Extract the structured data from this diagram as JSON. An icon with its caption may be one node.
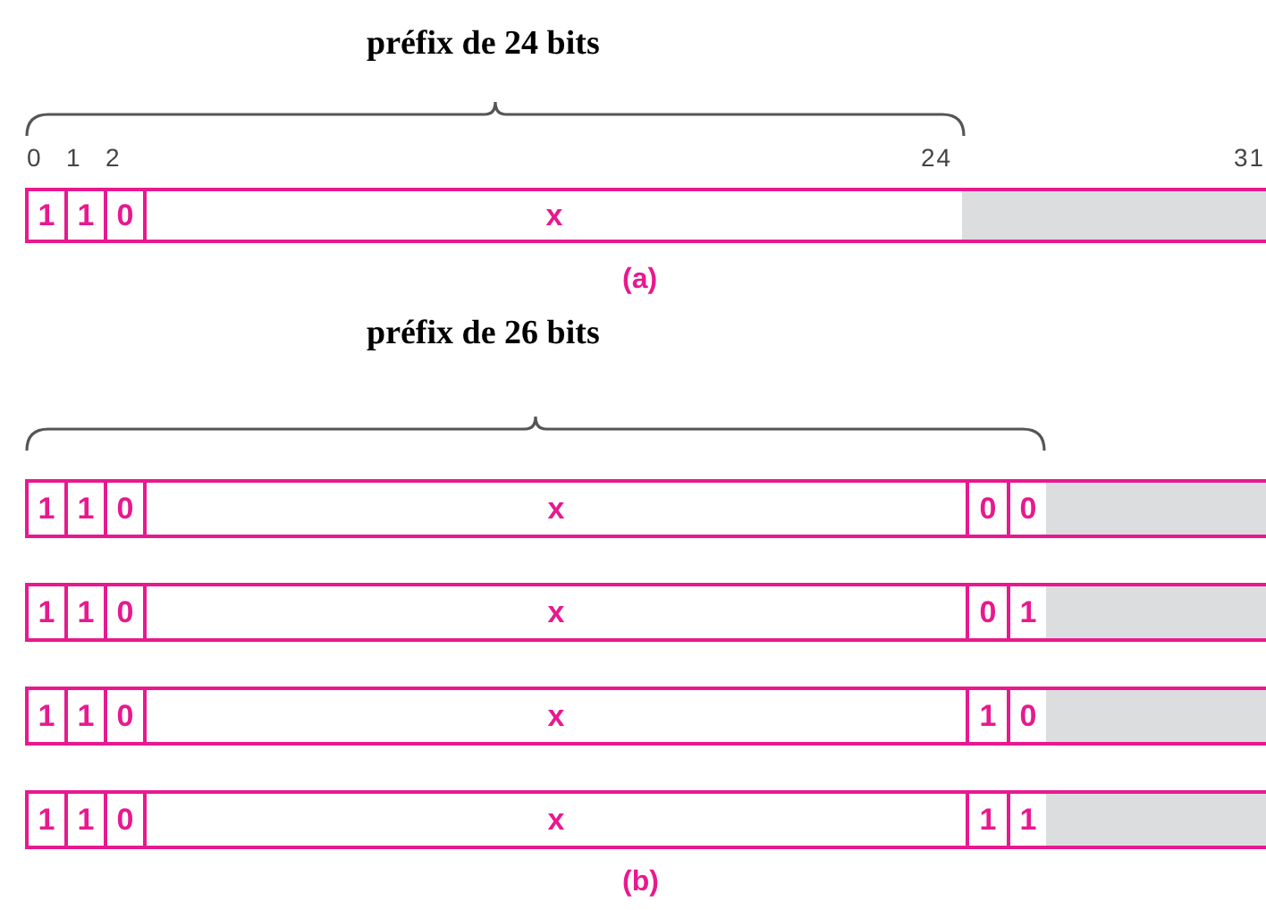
{
  "diagram": {
    "nodes": [
      {
        "text": [
          "1"
        ]
      },
      {
        "text": [
          "1"
        ]
      },
      {
        "text": [
          "0"
        ]
      },
      {
        "text": [
          "x"
        ]
      },
      {
        "text": [],
        "shape": "box"
      },
      {
        "text": [
          "1"
        ]
      },
      {
        "text": [
          "1"
        ]
      },
      {
        "text": [
          "0"
        ]
      },
      {
        "text": [
          "x"
        ]
      },
      {
        "text": [
          "0"
        ]
      },
      {
        "text": [
          "0"
        ]
      },
      {
        "text": [],
        "shape": "box"
      },
      {
        "text": [
          "1"
        ]
      },
      {
        "text": [
          "1"
        ]
      },
      {
        "text": [
          "0"
        ]
      },
      {
        "text": [
          "x"
        ]
      },
      {
        "text": [
          "0"
        ]
      },
      {
        "text": [
          "1"
        ]
      },
      {
        "text": [],
        "shape": "box"
      },
      {
        "text": [
          "1"
        ]
      },
      {
        "text": [
          "1"
        ]
      },
      {
        "text": [
          "0"
        ]
      },
      {
        "text": [
          "x"
        ]
      },
      {
        "text": [
          "1"
        ]
      },
      {
        "text": [
          "0"
        ]
      },
      {
        "text": [],
        "shape": "box"
      },
      {
        "text": [
          "1"
        ]
      },
      {
        "text": [
          "1"
        ]
      },
      {
        "text": [
          "0"
        ]
      },
      {
        "text": [
          "x"
        ]
      },
      {
        "text": [
          "1"
        ]
      },
      {
        "text": [
          "1"
        ]
      },
      {
        "text": [],
        "shape": "box"
      }
    ],
    "labels": [
      "préfix de 24 bits",
      "0",
      "1",
      "2",
      "24",
      "31",
      "(a)",
      "préfix de 26 bits",
      "(b)"
    ]
  }
}
